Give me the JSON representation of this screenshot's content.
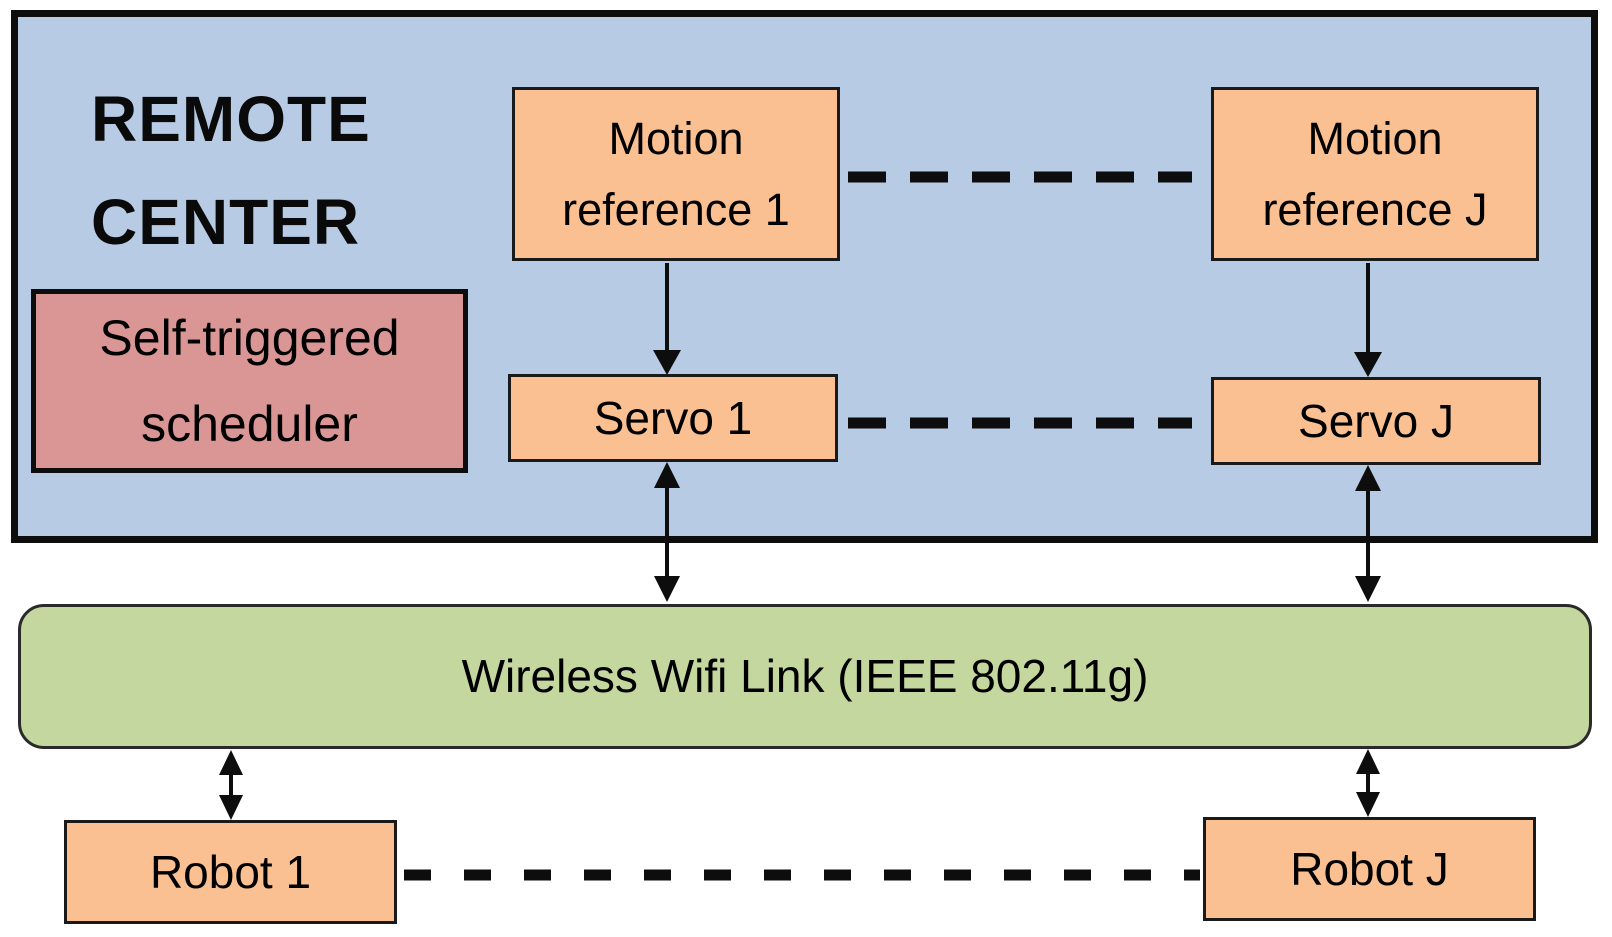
{
  "diagram": {
    "kind": "block-diagram",
    "description": "Networked robot control architecture: a remote center with motion references and servo controllers communicating with robots over a wireless link"
  },
  "remote_center": {
    "title_lines": [
      "REMOTE",
      "CENTER"
    ],
    "scheduler": {
      "lines": [
        "Self-triggered",
        "scheduler"
      ]
    },
    "motion_reference_1": {
      "lines": [
        "Motion",
        "reference 1"
      ]
    },
    "motion_reference_j": {
      "lines": [
        "Motion",
        "reference J"
      ]
    },
    "servo_1": {
      "label": "Servo 1"
    },
    "servo_j": {
      "label": "Servo J"
    }
  },
  "wifi_link": {
    "label": "Wireless Wifi Link (IEEE 802.11g)"
  },
  "robots": {
    "robot_1_label": "Robot 1",
    "robot_j_label": "Robot J"
  },
  "colors": {
    "remote_center_bg": "#b8cbe4",
    "block_orange": "#fac091",
    "scheduler_red": "#d99694",
    "wifi_green": "#c4d79e",
    "outline": "#0d0d0d",
    "canvas_bg": "#ffffff"
  },
  "connections": [
    {
      "from": "motion_reference_1",
      "to": "servo_1",
      "style": "solid-arrow-down"
    },
    {
      "from": "motion_reference_j",
      "to": "servo_j",
      "style": "solid-arrow-down"
    },
    {
      "from": "motion_reference_1",
      "to": "motion_reference_j",
      "style": "dashed-ellipsis"
    },
    {
      "from": "servo_1",
      "to": "servo_j",
      "style": "dashed-ellipsis"
    },
    {
      "from": "servo_1",
      "to": "wifi_link",
      "style": "double-headed-arrow"
    },
    {
      "from": "servo_j",
      "to": "wifi_link",
      "style": "double-headed-arrow"
    },
    {
      "from": "wifi_link",
      "to": "robot_1",
      "style": "double-headed-arrow"
    },
    {
      "from": "wifi_link",
      "to": "robot_j",
      "style": "double-headed-arrow"
    },
    {
      "from": "robot_1",
      "to": "robot_j",
      "style": "dashed-ellipsis"
    }
  ]
}
